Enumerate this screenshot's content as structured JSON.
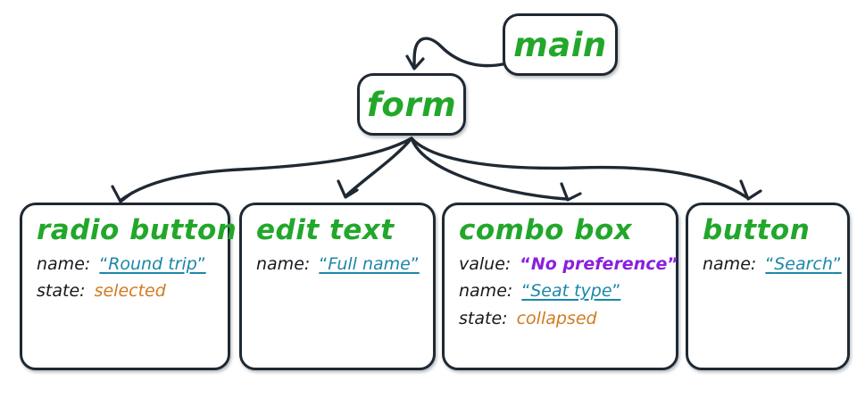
{
  "diagram": {
    "type": "accessibility-tree",
    "palette": {
      "node_title": "#22a72a",
      "prop_label": "#15181c",
      "name_value": "#1b87a8",
      "state_value": "#d17a22",
      "value_value": "#8a1fe0",
      "border": "#1f2933",
      "background": "#ffffff"
    },
    "nodes": {
      "main": {
        "title": "main"
      },
      "form": {
        "title": "form"
      },
      "radio_button": {
        "title": "radio button",
        "props": [
          {
            "key": "name:",
            "value": "Round trip",
            "kind": "name",
            "quoted": true
          },
          {
            "key": "state:",
            "value": "selected",
            "kind": "state",
            "quoted": false
          }
        ]
      },
      "edit_text": {
        "title": "edit text",
        "props": [
          {
            "key": "name:",
            "value": "Full name",
            "kind": "name",
            "quoted": true
          }
        ]
      },
      "combo_box": {
        "title": "combo box",
        "props": [
          {
            "key": "value:",
            "value": "No preference",
            "kind": "value",
            "quoted": true
          },
          {
            "key": "name:",
            "value": "Seat type",
            "kind": "name",
            "quoted": true
          },
          {
            "key": "state:",
            "value": "collapsed",
            "kind": "state",
            "quoted": false
          }
        ]
      },
      "button": {
        "title": "button",
        "props": [
          {
            "key": "name:",
            "value": "Search",
            "kind": "name",
            "quoted": true
          }
        ]
      }
    },
    "edges": [
      {
        "from": "main",
        "to": "form"
      },
      {
        "from": "form",
        "to": "radio_button"
      },
      {
        "from": "form",
        "to": "edit_text"
      },
      {
        "from": "form",
        "to": "combo_box"
      },
      {
        "from": "form",
        "to": "button"
      }
    ],
    "quotes": {
      "open": "“",
      "close": "”"
    }
  }
}
